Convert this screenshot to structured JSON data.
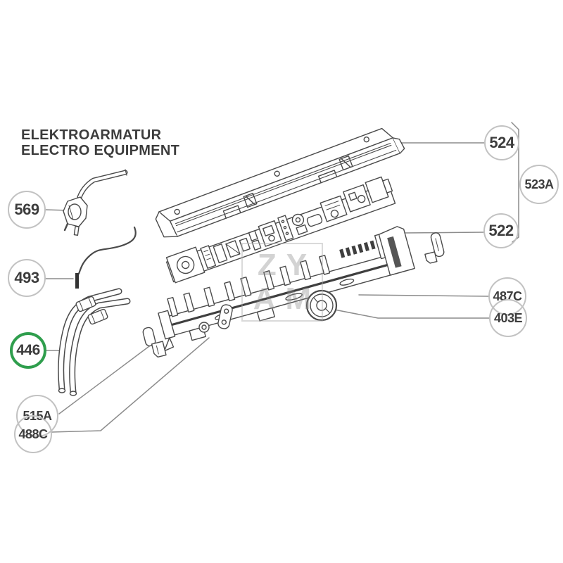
{
  "title": {
    "line1": "ELEKTROARMATUR",
    "line2": "ELECTRO EQUIPMENT"
  },
  "watermark": {
    "row1": "ZY",
    "row2": "AM"
  },
  "colors": {
    "background": "#ffffff",
    "drawing_line": "#4a4a4a",
    "leader_line": "#8c8c8c",
    "callout_border": "#c2c2c2",
    "callout_text": "#3d3d3d",
    "highlight_green": "#2f9e4d",
    "title_text": "#3c3c3c",
    "watermark_gray": "#8c8c8c",
    "dark_fill": "#3f3f3f"
  },
  "callouts": [
    {
      "label": "524",
      "highlighted": false
    },
    {
      "label": "523A",
      "highlighted": false
    },
    {
      "label": "522",
      "highlighted": false
    },
    {
      "label": "487C",
      "highlighted": false
    },
    {
      "label": "403E",
      "highlighted": false
    },
    {
      "label": "446",
      "highlighted": true
    },
    {
      "label": "569",
      "highlighted": false
    },
    {
      "label": "493",
      "highlighted": false
    },
    {
      "label": "515A",
      "highlighted": false
    },
    {
      "label": "488C",
      "highlighted": false
    }
  ]
}
